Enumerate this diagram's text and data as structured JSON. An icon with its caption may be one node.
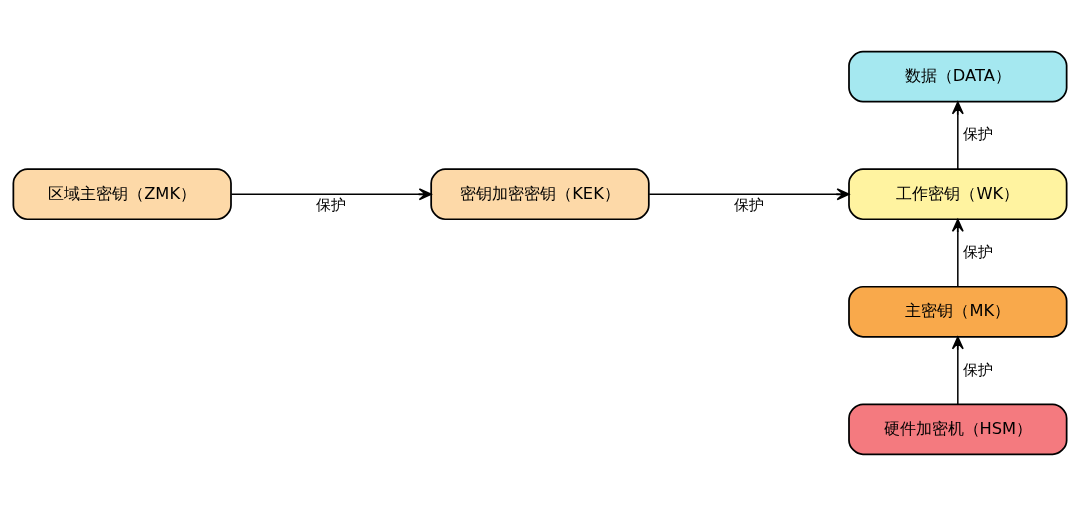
{
  "diagram": {
    "nodes": [
      {
        "text": [
          "数据（DATA）"
        ]
      },
      {
        "text": [
          "工作密钥（WK）"
        ]
      },
      {
        "text": [
          "密钥加密密钥（KEK）"
        ]
      },
      {
        "text": [
          "区域主密钥（ZMK）"
        ]
      },
      {
        "text": [
          "主密钥（MK）"
        ]
      },
      {
        "text": [
          "硬件加密机（HSM）"
        ]
      }
    ],
    "edges": [
      {
        "from": 1,
        "to": 0,
        "arrow": "to",
        "label": "保护"
      },
      {
        "from": 2,
        "to": 1,
        "arrow": "to",
        "label": "保护"
      },
      {
        "from": 3,
        "to": 2,
        "arrow": "to",
        "label": "保护"
      },
      {
        "from": 4,
        "to": 1,
        "arrow": "to",
        "label": "保护"
      },
      {
        "from": 5,
        "to": 4,
        "arrow": "to",
        "label": "保护"
      }
    ]
  }
}
